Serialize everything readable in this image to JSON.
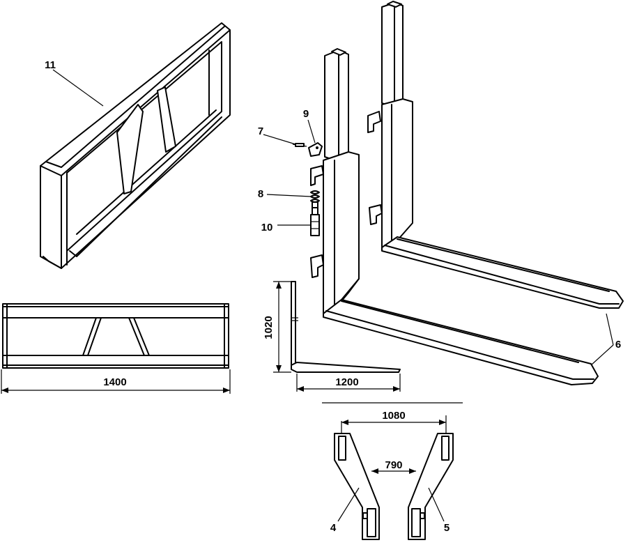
{
  "callouts": {
    "frame": "11",
    "pin": "7",
    "latch": "9",
    "spring": "8",
    "bolt": "10",
    "fork_tip": "6",
    "fork_left": "4",
    "fork_right": "5"
  },
  "dimensions": {
    "frame_width": "1400",
    "fork_height": "1020",
    "fork_length": "1200",
    "outer_spread": "1080",
    "inner_spread": "790"
  }
}
